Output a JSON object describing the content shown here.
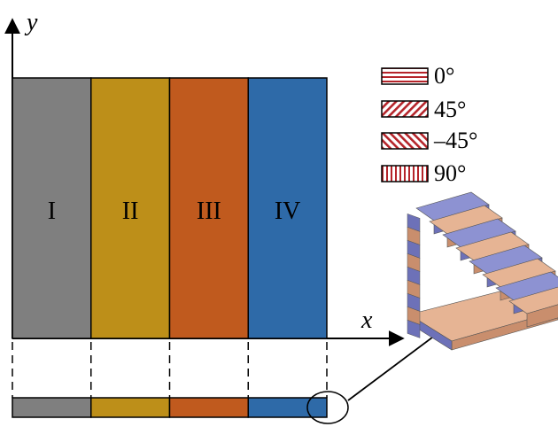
{
  "axes": {
    "x_label": "x",
    "y_label": "y"
  },
  "regions": [
    {
      "label": "I",
      "color": "#7f7f7f"
    },
    {
      "label": "II",
      "color": "#bd8f19"
    },
    {
      "label": "III",
      "color": "#c05a1e"
    },
    {
      "label": "IV",
      "color": "#2e6aa8"
    }
  ],
  "legend": [
    {
      "label": "0°",
      "pattern": "horizontal-hatch"
    },
    {
      "label": "45°",
      "pattern": "diagonal-hatch-45"
    },
    {
      "label": "–45°",
      "pattern": "diagonal-hatch-neg45"
    },
    {
      "label": "90°",
      "pattern": "vertical-hatch"
    }
  ],
  "colors": {
    "hatch": "#b5242a",
    "ply_blue": "#8d92d2",
    "ply_tan": "#e6b494",
    "ply_side_blue": "#6d71b8",
    "ply_side_tan": "#c98e6d"
  },
  "inset": {
    "icon": "stacked-laminate-stairs-icon",
    "layer_count": 8
  }
}
